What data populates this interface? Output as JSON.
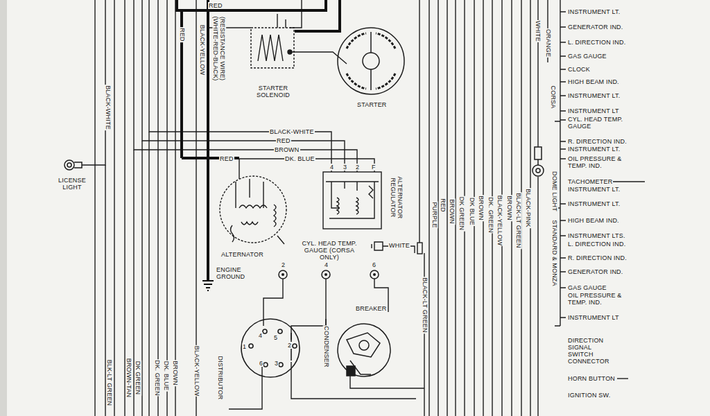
{
  "diagram": {
    "labels": [
      "RED",
      "(WHITE-RED-BLACK)",
      "(RESISTANCE WIRE)",
      "RED",
      "BLACK-YELLOW",
      "BLACK-WHITE",
      "LICENSE LIGHT",
      "STARTER SOLENOID",
      "STARTER",
      "BLACK-WHITE",
      "RED",
      "BROWN",
      "RED",
      "DK. BLUE",
      "4",
      "3",
      "2",
      "F",
      "ALTERNATOR REGULATOR",
      "ALTERNATOR",
      "ENGINE GROUND",
      "CYL. HEAD TEMP. GAUGE (CORSA ONLY)",
      "WHITE",
      "2",
      "4",
      "6",
      "BLACK-LT GREEN",
      "BREAKER",
      "CONDENSER",
      "DISTRIBUTOR",
      "4",
      "5",
      "1",
      "2",
      "6",
      "3",
      "BLK-LT GREEN",
      "BROWN-TAN",
      "DK GREEN",
      "DK. GREEN",
      "DK. BLUE",
      "BROWN",
      "BLACK-YELLOW",
      "PURPLE",
      "RED",
      "BROWN",
      "DK GREEN",
      "DK BLUE",
      "BROWN",
      "DK. GREEN",
      "BLACK-YELLOW",
      "BROWN",
      "BLACK-LT GREEN",
      "BLACK-PINK",
      "WHITE",
      "ORANGE",
      "CORSA",
      "DOME LIGHT",
      "STANDARD & MONZA",
      "INSTRUMENT LT.",
      "GENERATOR IND.",
      "L. DIRECTION IND.",
      "GAS GAUGE",
      "CLOCK",
      "HIGH BEAM IND.",
      "INSTRUMENT LT.",
      "INSTRUMENT LT",
      "CYL. HEAD TEMP. GAUGE",
      "R. DIRECTION IND.",
      "INSTRUMENT LT.",
      "OIL PRESSURE & TEMP. IND.",
      "TACHOMETER",
      "INSTRUMENT LT.",
      "INSTRUMENT LT.",
      "HIGH BEAM IND.",
      "INSTRUMENT LTS.",
      "L. DIRECTION IND.",
      "R. DIRECTION IND.",
      "GENERATOR IND.",
      "GAS GAUGE",
      "OIL PRESSURE & TEMP. IND.",
      "INSTRUMENT LT",
      "DIRECTION SIGNAL SWITCH CONNECTOR",
      "HORN BUTTON",
      "IGNITION SW."
    ]
  }
}
